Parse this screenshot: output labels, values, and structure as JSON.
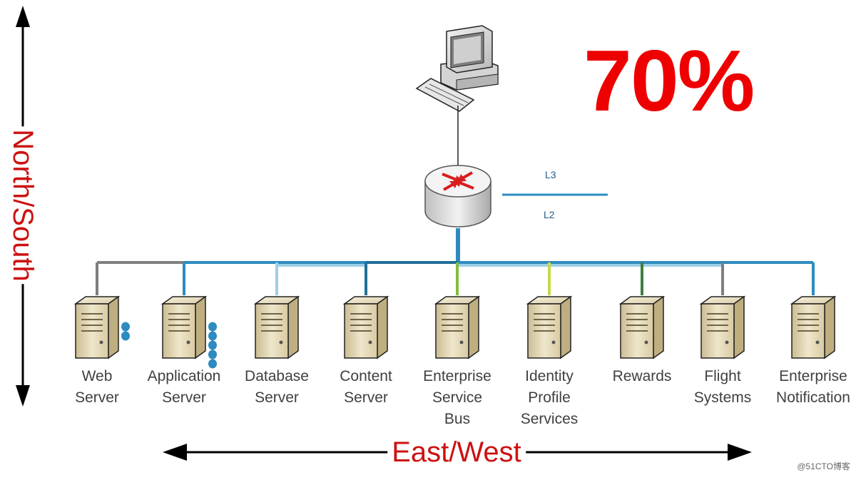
{
  "headline_percent": "70%",
  "axis_labels": {
    "north_south": "North/South",
    "east_west": "East/West"
  },
  "layer_labels": {
    "l3": "L3",
    "l2": "L2"
  },
  "nodes": {
    "workstation": "computer-icon",
    "router": "router-icon"
  },
  "servers": [
    {
      "label": "Web\nServer",
      "link_color": "#7f7f7f",
      "extra_dots": 2
    },
    {
      "label": "Application\nServer",
      "link_color": "#2e8bc0",
      "extra_dots": 5
    },
    {
      "label": "Database\nServer",
      "link_color": "#9dd0e6",
      "extra_dots": 0
    },
    {
      "label": "Content\nServer",
      "link_color": "#1f6f96",
      "extra_dots": 0
    },
    {
      "label": "Enterprise\nService\nBus",
      "link_color": "#7fbf3f",
      "extra_dots": 0
    },
    {
      "label": "Identity\nProfile\nServices",
      "link_color": "#c8d84a",
      "extra_dots": 0
    },
    {
      "label": "Rewards",
      "link_color": "#3f7f3f",
      "extra_dots": 0
    },
    {
      "label": "Flight\nSystems",
      "link_color": "#7f7f7f",
      "extra_dots": 0
    },
    {
      "label": "Enterprise\nNotification",
      "link_color": "#2e8bc0",
      "extra_dots": 0
    }
  ],
  "colors": {
    "accent_red": "#ee0000",
    "trunk_blue": "#2e8bc0",
    "dot_blue": "#2e8bc0"
  },
  "watermark": "@51CTO博客"
}
